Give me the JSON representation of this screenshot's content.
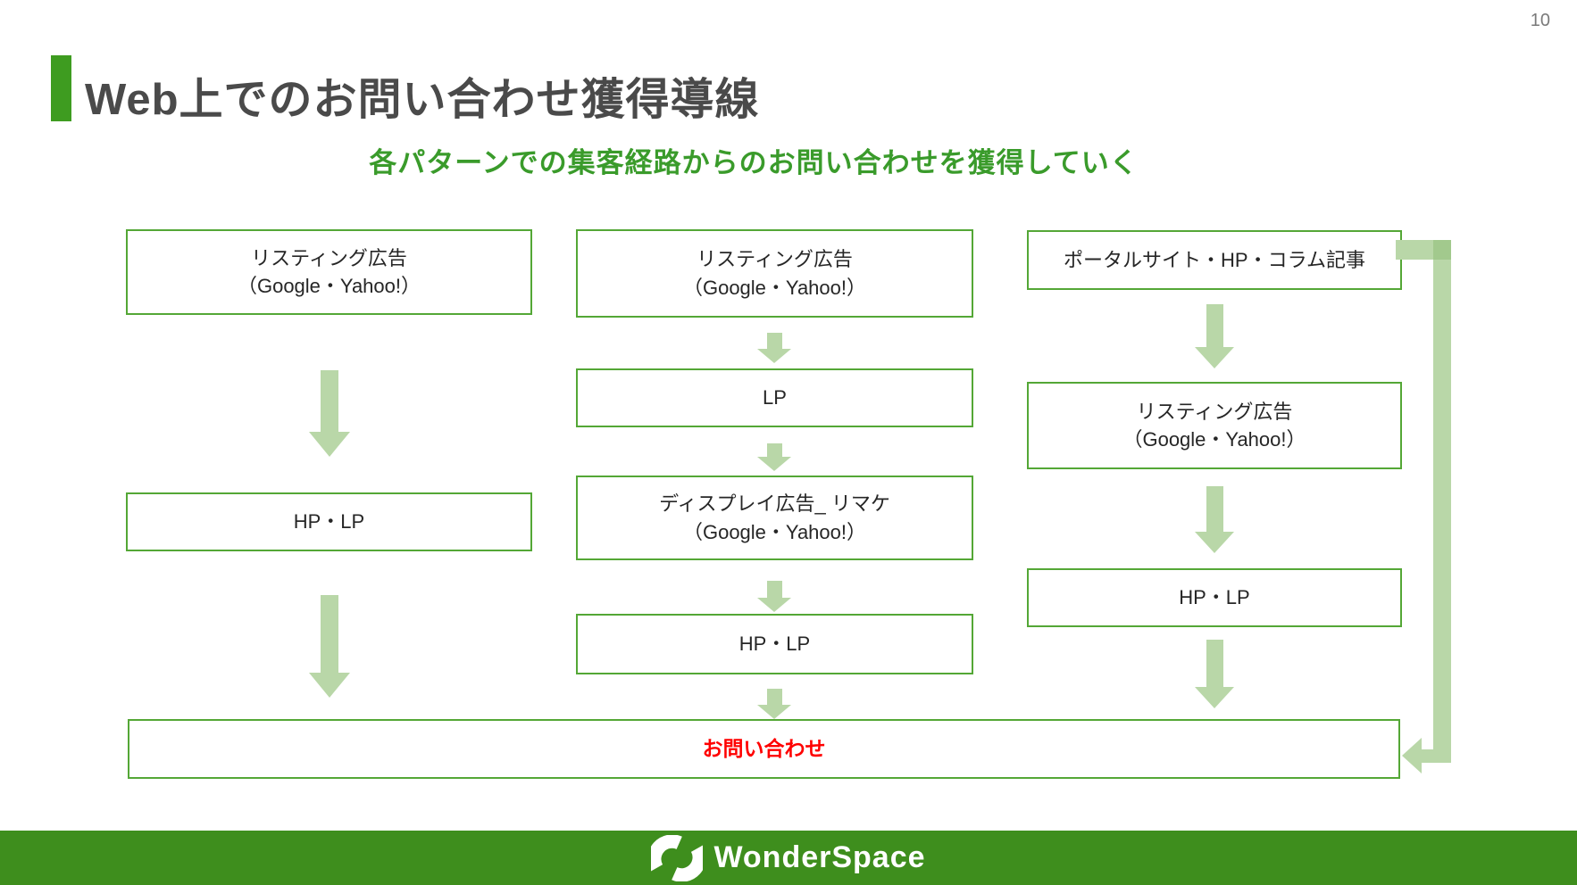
{
  "page": {
    "number": "10"
  },
  "header": {
    "title": "Web上でのお問い合わせ獲得導線"
  },
  "subtitle": "各パターンでの集客経路からのお問い合わせを獲得していく",
  "flow": {
    "column1": {
      "box1_line1": "リスティング広告",
      "box1_line2": "（Google・Yahoo!）",
      "box2": "HP・LP"
    },
    "column2": {
      "box1_line1": "リスティング広告",
      "box1_line2": "（Google・Yahoo!）",
      "box2": "LP",
      "box3_line1": "ディスプレイ広告_ リマケ",
      "box3_line2": "（Google・Yahoo!）",
      "box4": "HP・LP"
    },
    "column3": {
      "box1": "ポータルサイト・HP・コラム記事",
      "box2_line1": "リスティング広告",
      "box2_line2": "（Google・Yahoo!）",
      "box3": "HP・LP"
    },
    "result_box": "お問い合わせ"
  },
  "footer": {
    "brand": "WonderSpace"
  },
  "colors": {
    "title_bar_green": "#3e9c20",
    "subtitle_green": "#3a9b2b",
    "box_border_green": "#54a736",
    "arrow_light_green": "#b9d7a8",
    "arrow_overlap_green": "#a2c98d",
    "result_text_red": "#ff0000",
    "footer_green": "#3e8e1d",
    "title_text_gray": "#4a4a4a"
  }
}
